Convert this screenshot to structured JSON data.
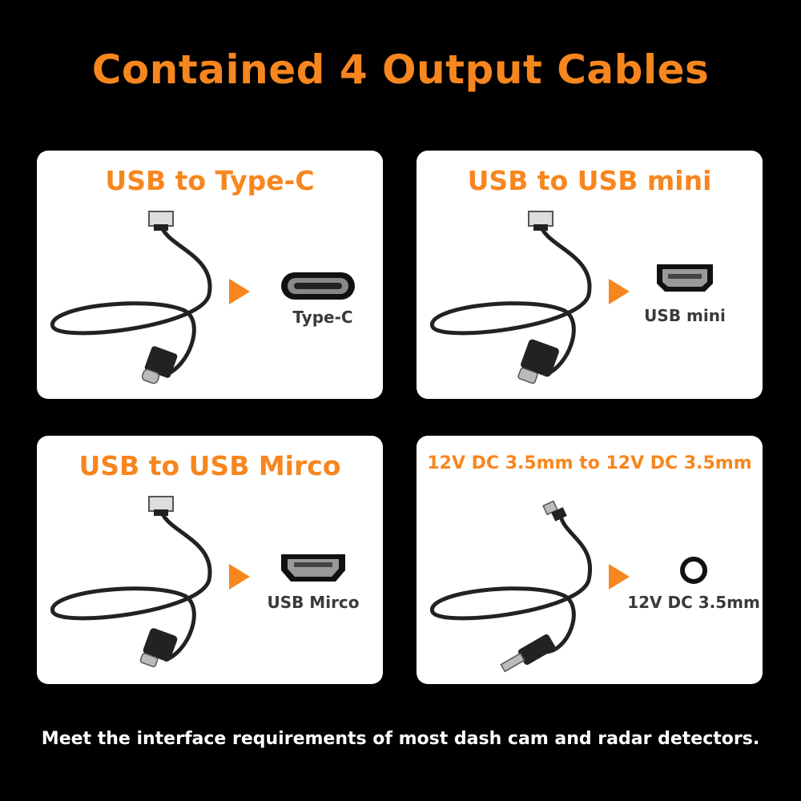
{
  "title": "Contained 4 Output Cables",
  "cards": [
    {
      "title": "USB to Type-C",
      "port_label": "Type-C"
    },
    {
      "title": "USB to USB mini",
      "port_label": "USB mini"
    },
    {
      "title": "USB to USB Mirco",
      "port_label": "USB Mirco"
    },
    {
      "title": "12V DC 3.5mm to 12V DC 3.5mm",
      "port_label": "12V DC 3.5mm"
    }
  ],
  "footer": "Meet the interface requirements of most dash cam and radar detectors.",
  "colors": {
    "accent": "#f7861e",
    "background": "#000000",
    "card": "#ffffff"
  }
}
